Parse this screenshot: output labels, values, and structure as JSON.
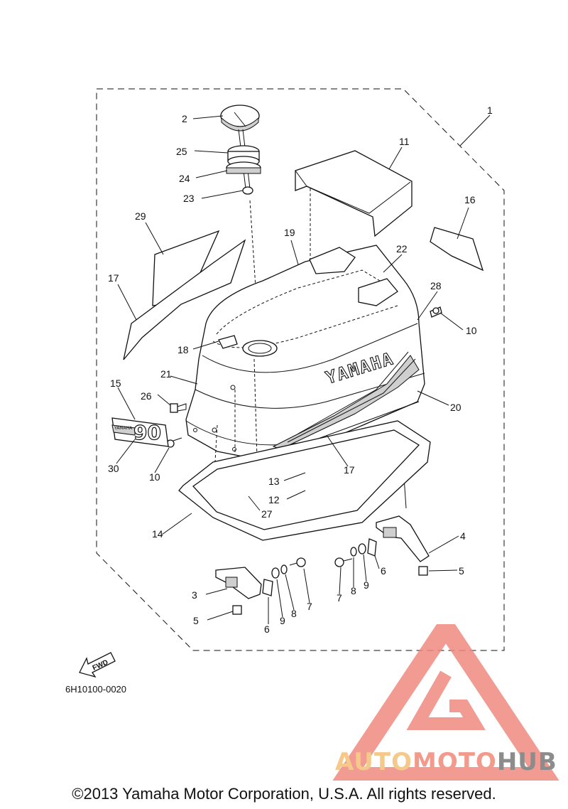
{
  "diagram": {
    "callouts": {
      "c1": "1",
      "c2": "2",
      "c3": "3",
      "c4": "4",
      "c5a": "5",
      "c5b": "5",
      "c6a": "6",
      "c6b": "6",
      "c7a": "7",
      "c7b": "7",
      "c8a": "8",
      "c8b": "8",
      "c9a": "9",
      "c9b": "9",
      "c10a": "10",
      "c10b": "10",
      "c11": "11",
      "c12": "12",
      "c13": "13",
      "c14": "14",
      "c15": "15",
      "c16": "16",
      "c17a": "17",
      "c17b": "17",
      "c18": "18",
      "c19": "19",
      "c20": "20",
      "c21": "21",
      "c22": "22",
      "c23": "23",
      "c24": "24",
      "c25": "25",
      "c26": "26",
      "c27": "27",
      "c28": "28",
      "c29": "29",
      "c30": "30"
    },
    "brand_text": "YAMAHA",
    "badge_number": "90",
    "badge_small_text": "YAMAHA",
    "fwd_label": "FWD",
    "diagram_code": "6H10100-0020",
    "copyright": "©2013 Yamaha Motor Corporation, U.S.A. All rights reserved."
  },
  "watermark": {
    "part1": "AUTO",
    "part2": "MOTO",
    "part3": "HUB",
    "colors": {
      "auto": "#f5c98a",
      "moto": "#f29a8c",
      "hub": "#8c8c8c",
      "triangle": "#f08a80"
    }
  }
}
